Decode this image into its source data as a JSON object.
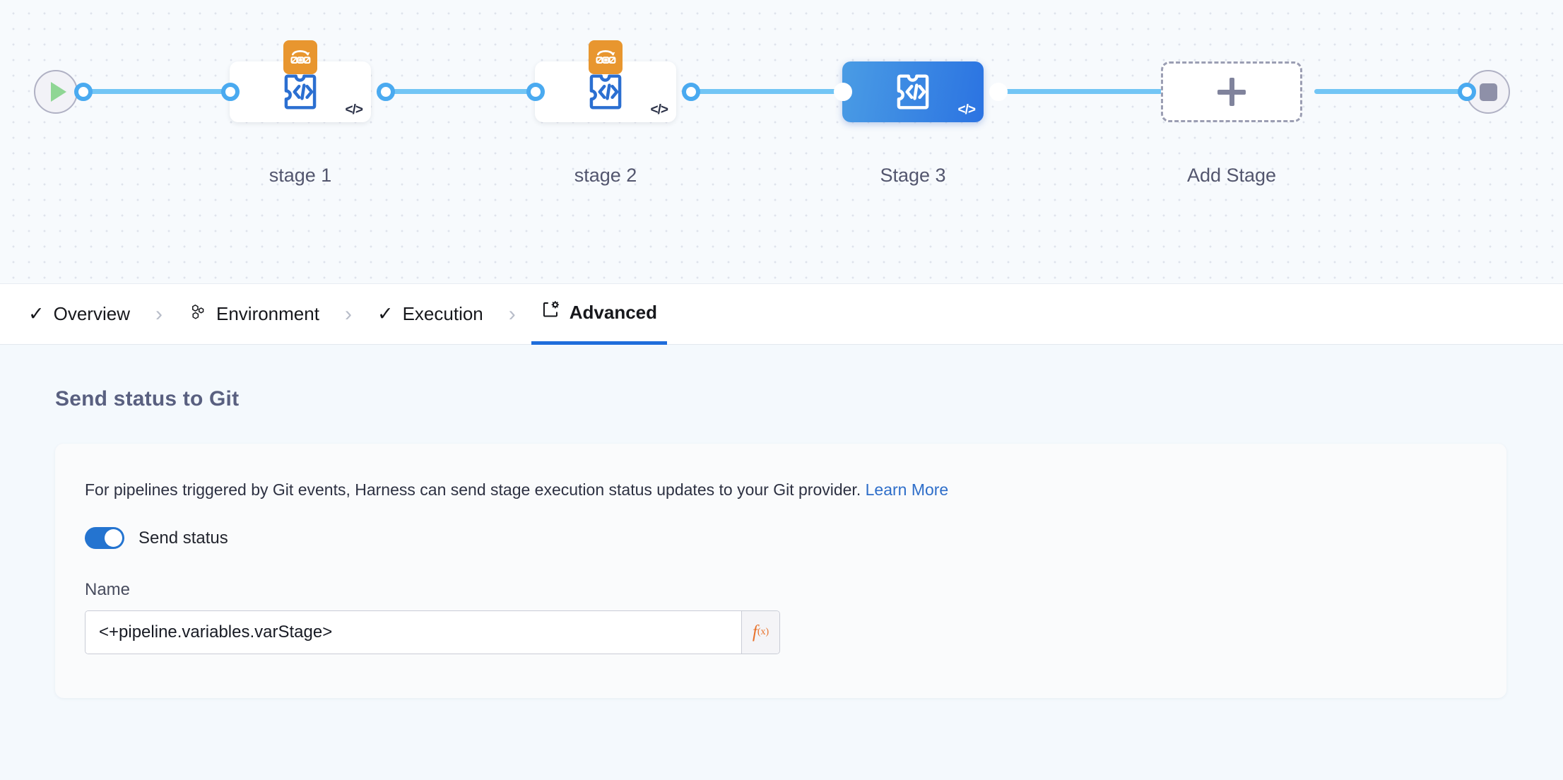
{
  "pipeline": {
    "start_node": {
      "name": "start-node",
      "icon": "play-icon"
    },
    "end_node": {
      "name": "end-node",
      "icon": "stop-icon"
    },
    "stages": [
      {
        "label": "stage 1",
        "icon": "custom-stage-icon",
        "badge": "matrix-looping-strategy-icon",
        "code_tag": "</>",
        "selected": false
      },
      {
        "label": "stage 2",
        "icon": "custom-stage-icon",
        "badge": "matrix-looping-strategy-icon",
        "code_tag": "</>",
        "selected": false
      },
      {
        "label": "Stage 3",
        "icon": "custom-stage-icon",
        "badge": null,
        "code_tag": "</>",
        "selected": true
      }
    ],
    "add_stage": {
      "label": "Add Stage",
      "icon": "plus-icon"
    },
    "colors": {
      "edge": "#72c5f5",
      "selected_stage_start": "#4a9ce4",
      "selected_stage_end": "#2b73e2",
      "matrix_badge": "#e8962f",
      "stage_icon": "#2b6fd1"
    }
  },
  "tabs": [
    {
      "label": "Overview",
      "icon": "check-icon",
      "active": false
    },
    {
      "label": "Environment",
      "icon": "infrastructure-icon",
      "active": false
    },
    {
      "label": "Execution",
      "icon": "check-icon",
      "active": false
    },
    {
      "label": "Advanced",
      "icon": "advanced-gear-icon",
      "active": true
    }
  ],
  "tab_separator": "›",
  "content": {
    "section_title": "Send status to Git",
    "description": "For pipelines triggered by Git events, Harness can send stage execution status updates to your Git provider.",
    "learn_more": "Learn More",
    "toggle": {
      "label": "Send status",
      "on": true
    },
    "name_field": {
      "label": "Name",
      "value": "<+pipeline.variables.varStage>",
      "placeholder": "",
      "expression_button": "f(x)"
    }
  }
}
